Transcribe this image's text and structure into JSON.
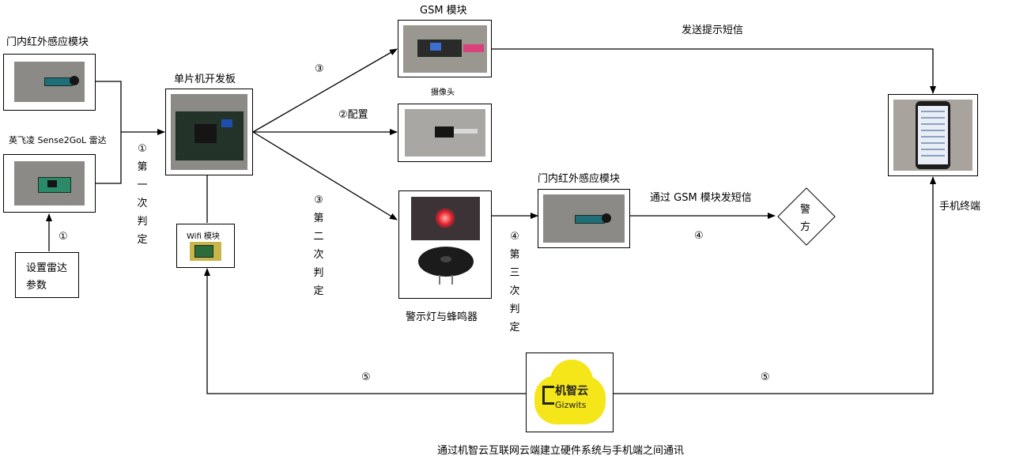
{
  "nodes": {
    "door_ir_1": "门内红外感应模块",
    "radar": "英飞凌 Sense2GoL 雷达",
    "radar_params": [
      "设置雷达",
      "参数"
    ],
    "mcu": "单片机开发板",
    "wifi": "Wifi 模块",
    "gsm": "GSM 模块",
    "camera": "摄像头",
    "alarm_light": "警示灯与蜂鸣器",
    "door_ir_2": "门内红外感应模块",
    "police": [
      "警",
      "方"
    ],
    "phone": "手机终端",
    "gizwits_cn": "机智云",
    "gizwits_en": "Gizwits"
  },
  "edges": {
    "radar_param_step": "①",
    "first_judge": [
      "①",
      "第",
      "一",
      "次",
      "判",
      "定"
    ],
    "to_gsm_step": "③",
    "configure": "②配置",
    "second_judge": [
      "③",
      "第",
      "二",
      "次",
      "判",
      "定"
    ],
    "third_judge": [
      "④",
      "第",
      "三",
      "次",
      "判",
      "定"
    ],
    "sms_hint": "发送提示短信",
    "gsm_sms": "通过 GSM 模块发短信",
    "police_step": "④",
    "cloud_left_step": "⑤",
    "cloud_right_step": "⑤"
  },
  "caption": "通过机智云互联网云端建立硬件系统与手机端之间通讯",
  "colors": {
    "line": "#000000",
    "gizwits_yellow": "#f5e61a",
    "alarm_red": "#e8202a",
    "photo_gray": "#8c8a86"
  }
}
